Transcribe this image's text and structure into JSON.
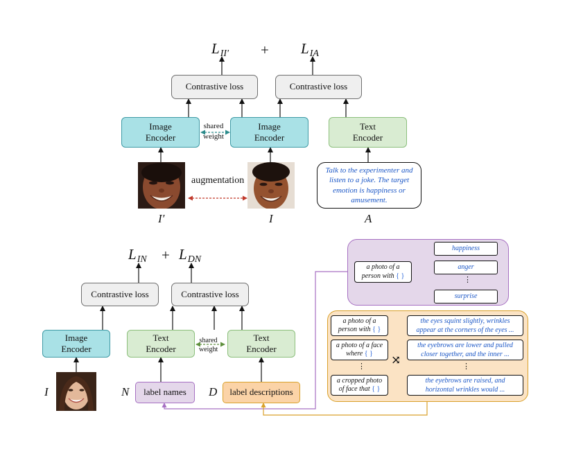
{
  "top": {
    "loss_left": {
      "base": "L",
      "sub": "II′"
    },
    "plus": "+",
    "loss_right": {
      "base": "L",
      "sub": "IA"
    },
    "contrastive_left": "Contrastive loss",
    "contrastive_right": "Contrastive loss",
    "image_encoder_left": [
      "Image",
      "Encoder"
    ],
    "image_encoder_right": [
      "Image",
      "Encoder"
    ],
    "text_encoder": [
      "Text",
      "Encoder"
    ],
    "shared_weight": [
      "shared",
      "weight"
    ],
    "augmentation": "augmentation",
    "var_left": "I′",
    "var_mid": "I",
    "var_right": "A",
    "caption": "Talk to the experimenter and listen to a joke. The target emotion is happiness or amusement."
  },
  "bottom": {
    "loss_left": {
      "base": "L",
      "sub": "IN"
    },
    "plus": "+",
    "loss_right": {
      "base": "L",
      "sub": "DN"
    },
    "contrastive_left": "Contrastive loss",
    "contrastive_right": "Contrastive loss",
    "image_encoder": [
      "Image",
      "Encoder"
    ],
    "text_encoder_left": [
      "Text",
      "Encoder"
    ],
    "text_encoder_right": [
      "Text",
      "Encoder"
    ],
    "shared_weight": [
      "shared",
      "weight"
    ],
    "var_i": "I",
    "var_n": "N",
    "var_d": "D",
    "label_names": "label names",
    "label_descriptions": "label descriptions"
  },
  "names_panel": {
    "template": [
      "a photo of a",
      "person with"
    ],
    "slot": "{ }",
    "labels": [
      "happiness",
      "anger",
      "surprise"
    ],
    "ellipsis": "⋮"
  },
  "desc_panel": {
    "templates": [
      {
        "lines": [
          "a photo of a",
          "person with"
        ]
      },
      {
        "lines": [
          "a photo of a face",
          "where"
        ]
      },
      {
        "lines": [
          "a cropped photo",
          "of face that"
        ]
      }
    ],
    "slot": "{ }",
    "ellipsis": "⋮",
    "shuffle": "⤨",
    "descriptions": [
      [
        "the eyes squint slightly, wrinkles",
        "appear at the corners of the eyes ..."
      ],
      [
        "the eyebrows are lower and pulled",
        "closer together, and the inner ..."
      ],
      [
        "the eyebrows are raised, and",
        "horizontal wrinkles would ..."
      ]
    ]
  },
  "colors": {
    "image_encoder": "#a9e1e6",
    "text_encoder": "#d9ecd2",
    "loss": "#efefef",
    "names_panel": "#e4d7ea",
    "desc_panel": "#fbe3c4",
    "label_descriptions": "#fbd3a7",
    "prompt_text": "#1a56c6",
    "shared_arrow": "#2a8b8b",
    "aug_arrow": "#c0392b",
    "names_line": "#a66fc2",
    "desc_line": "#d9a12b"
  }
}
